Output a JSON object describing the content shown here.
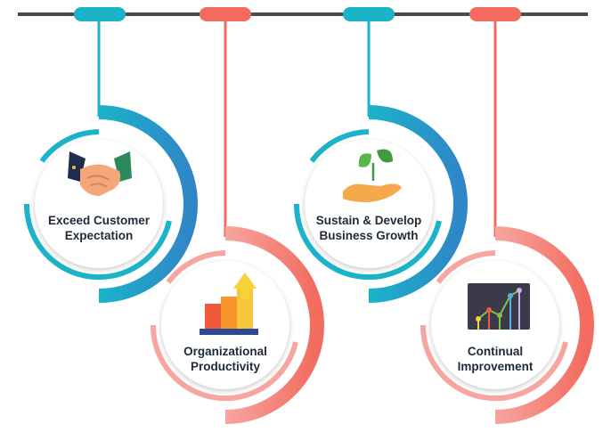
{
  "colors": {
    "teal": "#1bb3c8",
    "teal_dark": "#2f86c7",
    "coral": "#f26b5e",
    "coral_light": "#f7a5a0",
    "line": "#4a4a4a",
    "text": "#1f2a36"
  },
  "nodes": [
    {
      "id": "exceed",
      "theme": "teal",
      "icon": "handshake-icon",
      "lines": [
        "Exceed Customer",
        "Expectation"
      ]
    },
    {
      "id": "productivity",
      "theme": "coral",
      "icon": "bar-chart-arrow-icon",
      "lines": [
        "Organizational",
        "Productivity"
      ]
    },
    {
      "id": "sustain",
      "theme": "teal",
      "icon": "hand-plant-icon",
      "lines": [
        "Sustain & Develop",
        "Business Growth"
      ]
    },
    {
      "id": "continual",
      "theme": "coral",
      "icon": "line-chart-screen-icon",
      "lines": [
        "Continual",
        "Improvement"
      ]
    }
  ]
}
